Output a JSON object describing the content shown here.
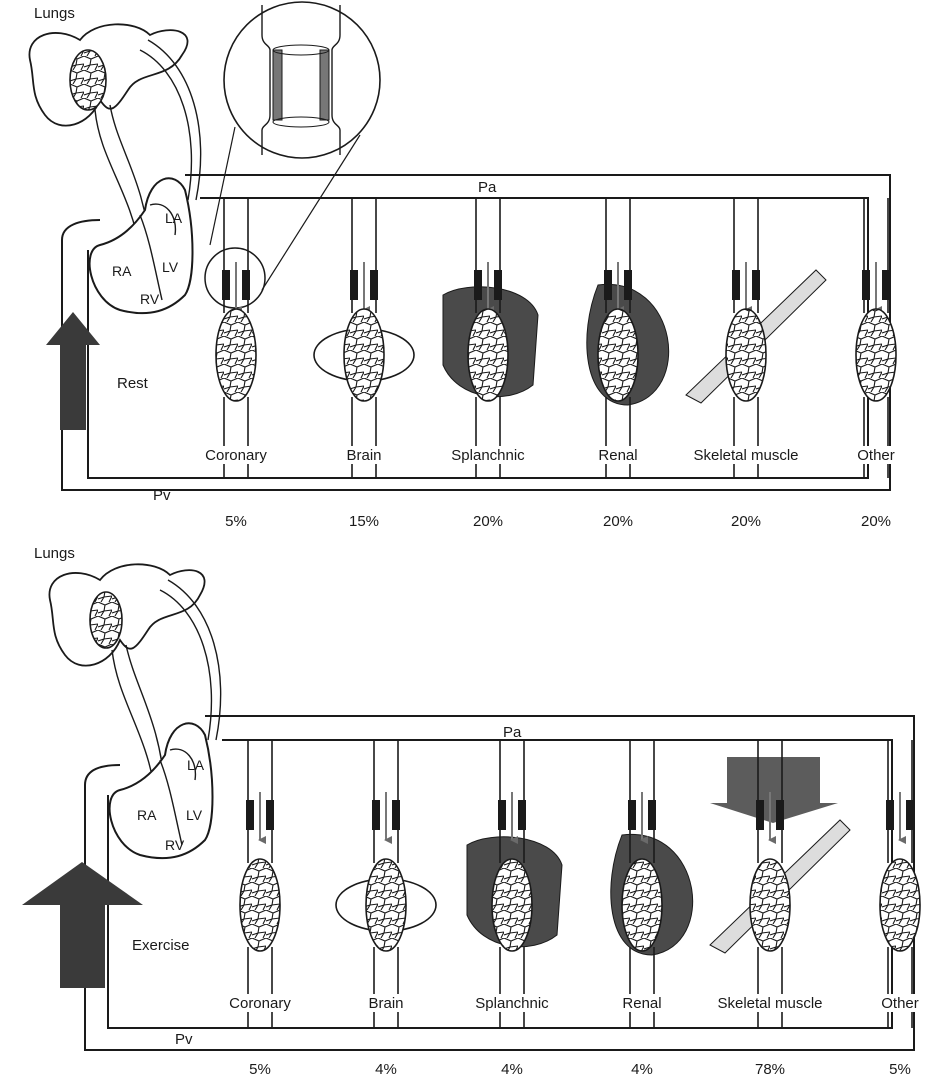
{
  "panels": [
    {
      "id": "rest",
      "lungs_label": "Lungs",
      "state_label": "Rest",
      "pa_label": "Pa",
      "pv_label": "Pv",
      "heart": {
        "ra": "RA",
        "rv": "RV",
        "la": "LA",
        "lv": "LV"
      },
      "organs": [
        {
          "name": "Coronary",
          "percent": "5%"
        },
        {
          "name": "Brain",
          "percent": "15%"
        },
        {
          "name": "Splanchnic",
          "percent": "20%"
        },
        {
          "name": "Renal",
          "percent": "20%"
        },
        {
          "name": "Skeletal muscle",
          "percent": "20%"
        },
        {
          "name": "Other",
          "percent": "20%"
        }
      ]
    },
    {
      "id": "exercise",
      "lungs_label": "Lungs",
      "state_label": "Exercise",
      "pa_label": "Pa",
      "pv_label": "Pv",
      "heart": {
        "ra": "RA",
        "rv": "RV",
        "la": "LA",
        "lv": "LV"
      },
      "organs": [
        {
          "name": "Coronary",
          "percent": "5%"
        },
        {
          "name": "Brain",
          "percent": "4%"
        },
        {
          "name": "Splanchnic",
          "percent": "4%"
        },
        {
          "name": "Renal",
          "percent": "4%"
        },
        {
          "name": "Skeletal muscle",
          "percent": "78%"
        },
        {
          "name": "Other",
          "percent": "5%"
        }
      ]
    }
  ],
  "colors": {
    "ink": "#1a1a1a",
    "arrow_fill": "#3a3a3a",
    "organ_fill": "#4a4a4a",
    "arrow_light": "#777777"
  }
}
